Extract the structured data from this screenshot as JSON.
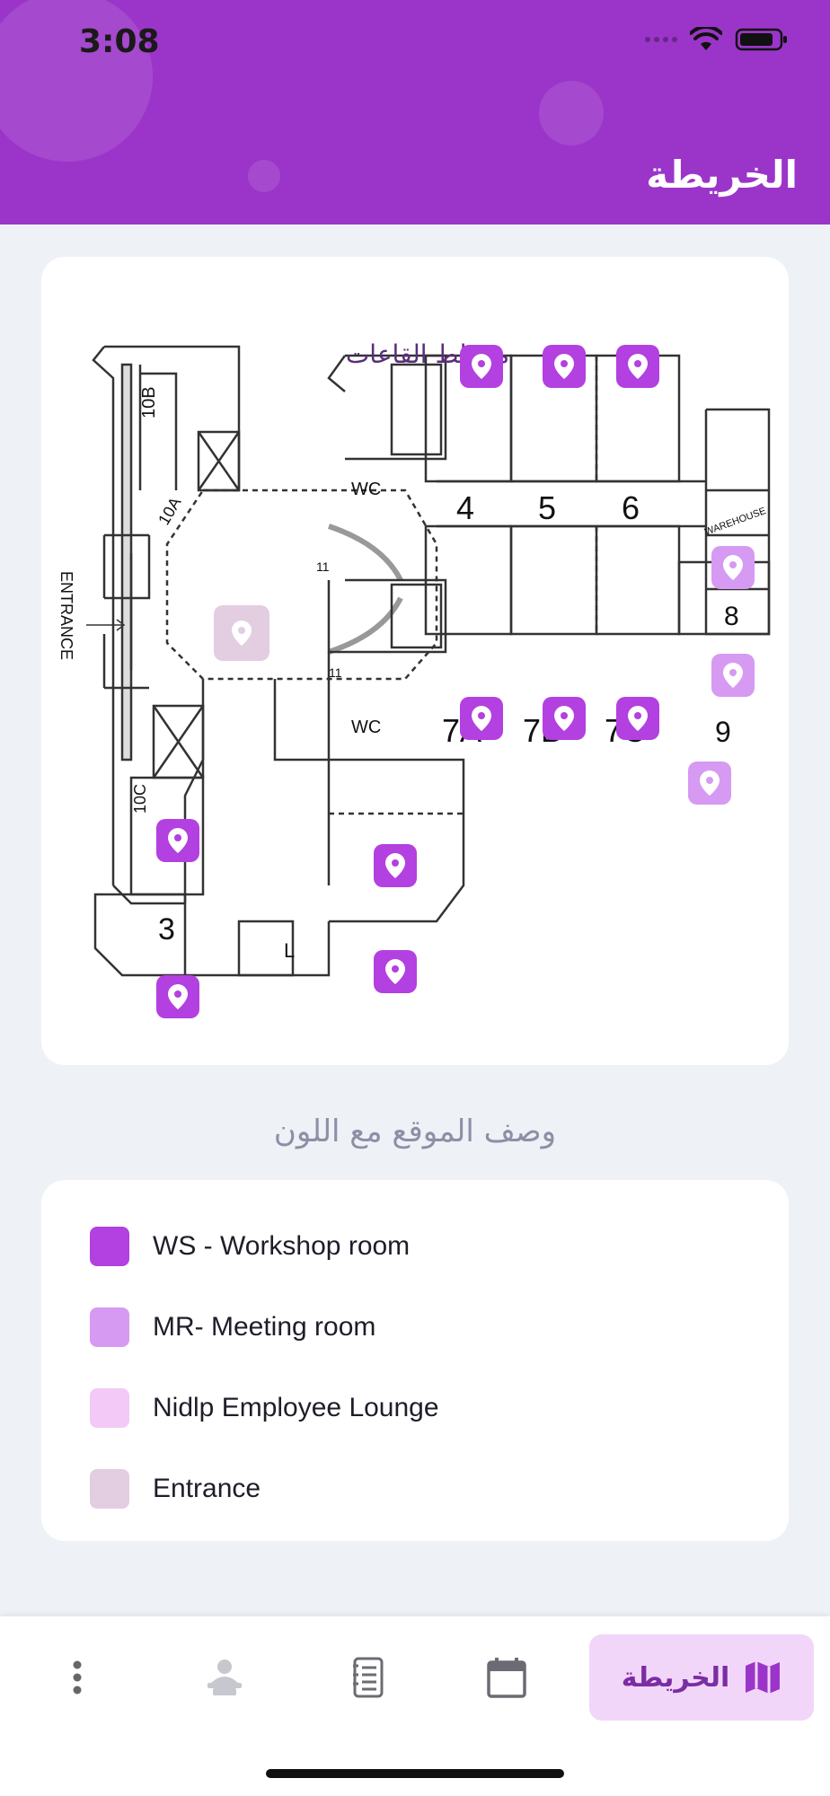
{
  "status_bar": {
    "time": "3:08"
  },
  "header": {
    "title": "الخريطة"
  },
  "map": {
    "plan_title": "مخطط القاعات",
    "room_labels": [
      "10B",
      "10A",
      "10C",
      "4",
      "5",
      "6",
      "7A",
      "7B",
      "7C",
      "8",
      "9",
      "3",
      "L",
      "WC",
      "WC",
      "ENTRANCE",
      "WAREHOUSE",
      "11",
      "11"
    ]
  },
  "legend": {
    "title": "وصف الموقع مع اللون",
    "items": [
      {
        "label": "WS - Workshop room",
        "color": "#b340e0"
      },
      {
        "label": "MR- Meeting room",
        "color": "#d69af2"
      },
      {
        "label": "Nidlp Employee Lounge",
        "color": "#f3c9f7"
      },
      {
        "label": "Entrance",
        "color": "#e3cde1"
      }
    ]
  },
  "bottom_nav": {
    "active_label": "الخريطة",
    "items": [
      "more-icon",
      "speaker-icon",
      "notebook-icon",
      "calendar-icon",
      "map-icon"
    ]
  },
  "colors": {
    "header": "#9b35c9",
    "workshop": "#b340e0",
    "meeting": "#d69af2",
    "lounge": "#f3c9f7",
    "entrance": "#e3cde1"
  }
}
